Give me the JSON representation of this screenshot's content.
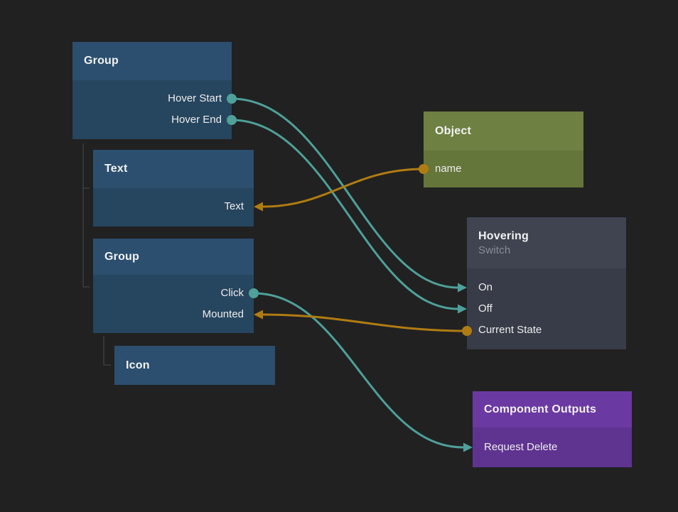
{
  "colors": {
    "background": "#212121",
    "node_blue_header": "#2C4F6F",
    "node_blue_body": "#26455F",
    "node_green_header": "#6E8042",
    "node_green_body": "#64763A",
    "node_gray_header": "#3F4450",
    "node_gray_body": "#383C48",
    "node_purple_header": "#6B39A2",
    "node_purple_body": "#5F3390",
    "wire_signal_teal": "#4FA09A",
    "wire_data_orange": "#B07C12",
    "hierarchy_line": "#4C4C4C",
    "title_text": "#F2F2F2",
    "port_text": "#EDEDED",
    "subtitle_text": "#878D98"
  },
  "nodes": {
    "group1": {
      "title": "Group",
      "ports": [
        {
          "label": "Hover Start",
          "type": "output"
        },
        {
          "label": "Hover End",
          "type": "output"
        }
      ]
    },
    "text1": {
      "title": "Text",
      "ports": [
        {
          "label": "Text",
          "type": "input"
        }
      ]
    },
    "group2": {
      "title": "Group",
      "ports": [
        {
          "label": "Click",
          "type": "output"
        },
        {
          "label": "Mounted",
          "type": "input"
        }
      ]
    },
    "icon1": {
      "title": "Icon",
      "ports": []
    },
    "object1": {
      "title": "Object",
      "ports": [
        {
          "label": "name",
          "type": "output"
        }
      ]
    },
    "hovering": {
      "title": "Hovering",
      "subtitle": "Switch",
      "ports": [
        {
          "label": "On",
          "type": "input"
        },
        {
          "label": "Off",
          "type": "input"
        },
        {
          "label": "Current State",
          "type": "output"
        }
      ]
    },
    "outputs": {
      "title": "Component Outputs",
      "ports": [
        {
          "label": "Request Delete",
          "type": "input"
        }
      ]
    }
  },
  "connections": [
    {
      "from": "Group.Hover Start",
      "to": "Hovering.On",
      "color": "#4FA09A"
    },
    {
      "from": "Group.Hover End",
      "to": "Hovering.Off",
      "color": "#4FA09A"
    },
    {
      "from": "Object.name",
      "to": "Text.Text",
      "color": "#B07C12"
    },
    {
      "from": "Group.Click",
      "to": "Component Outputs.Request Delete",
      "color": "#4FA09A"
    },
    {
      "from": "Hovering.Current State",
      "to": "Group.Mounted",
      "color": "#B07C12"
    }
  ],
  "hierarchy": [
    {
      "parent": "Group",
      "children": [
        "Text",
        "Group"
      ]
    },
    {
      "parent": "Group",
      "children": [
        "Icon"
      ]
    }
  ]
}
